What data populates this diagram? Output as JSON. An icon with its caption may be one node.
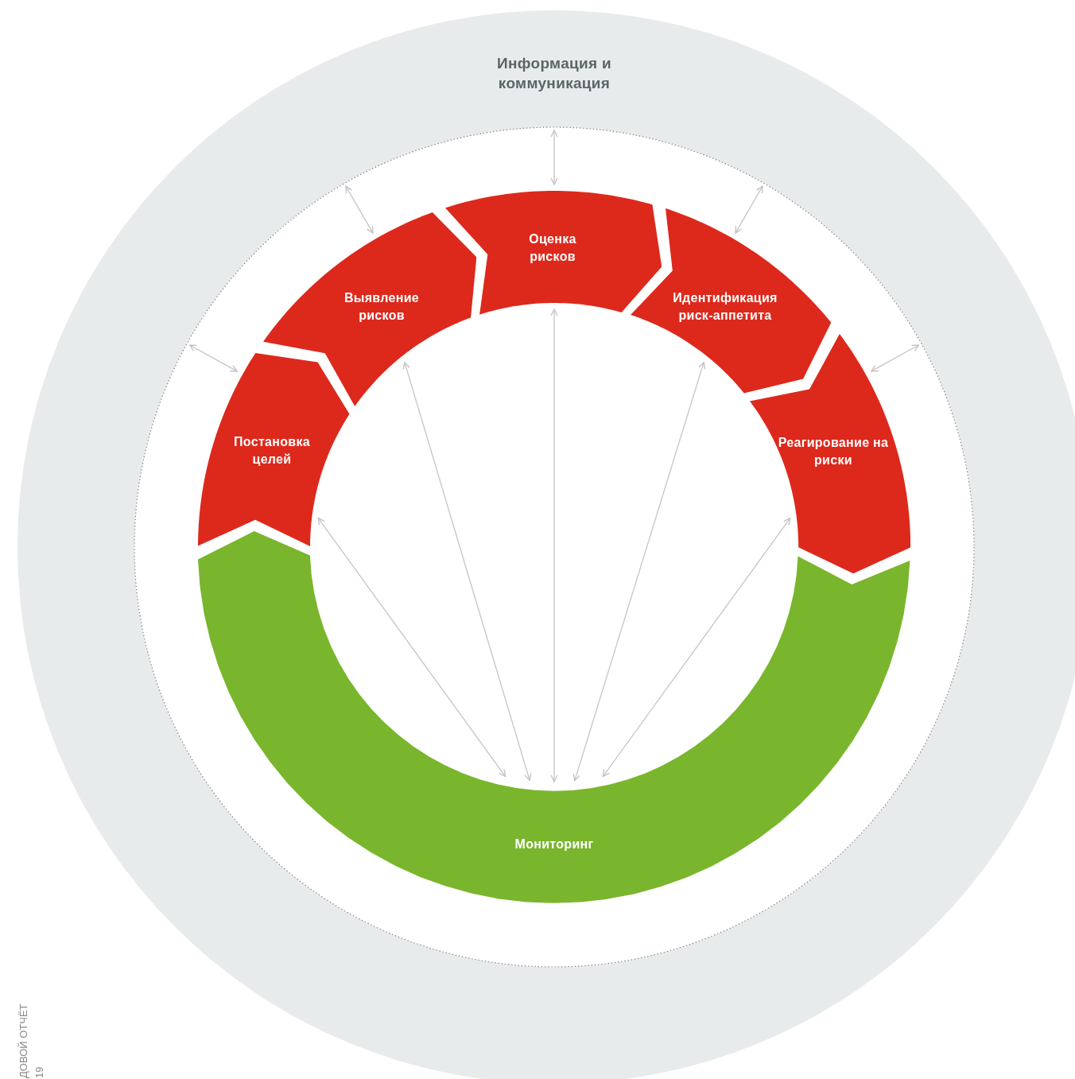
{
  "diagram": {
    "nodes": [
      {
        "text": [
          "Информация и коммуникация"
        ]
      },
      {
        "text": [
          "Постановка целей"
        ],
        "in": 0
      },
      {
        "text": [
          "Выявление рисков"
        ],
        "in": 0
      },
      {
        "text": [
          "Оценка рисков"
        ],
        "in": 0
      },
      {
        "text": [
          "Идентификация риск-аппетита"
        ],
        "in": 0
      },
      {
        "text": [
          "Реагирование на риски"
        ],
        "in": 0
      },
      {
        "text": [
          "Мониторинг"
        ],
        "in": 0
      }
    ],
    "edges": [
      {
        "from": 1,
        "to": null,
        "arrow": "both"
      },
      {
        "from": 2,
        "to": null,
        "arrow": "both"
      },
      {
        "from": 3,
        "to": null,
        "arrow": "both"
      },
      {
        "from": 4,
        "to": null,
        "arrow": "both"
      },
      {
        "from": 5,
        "to": null,
        "arrow": "both"
      },
      {
        "from": 1,
        "to": 6,
        "arrow": "both"
      },
      {
        "from": 2,
        "to": 6,
        "arrow": "both"
      },
      {
        "from": 3,
        "to": 6,
        "arrow": "both"
      },
      {
        "from": 4,
        "to": 6,
        "arrow": "both"
      },
      {
        "from": 5,
        "to": 6,
        "arrow": "both"
      }
    ],
    "labels": [
      "ДОВОЙ ОТЧЁТ",
      "19"
    ]
  }
}
